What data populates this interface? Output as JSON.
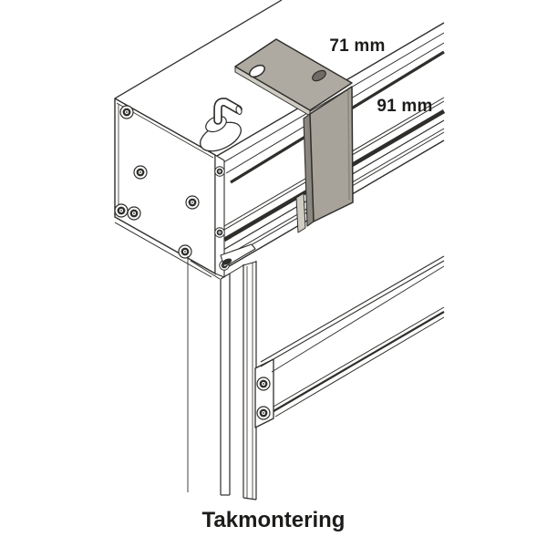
{
  "figure": {
    "caption": "Takmontering",
    "labels": {
      "top_width": "71 mm",
      "side_height": "91 mm"
    }
  },
  "colors": {
    "line": "#2f2e2b",
    "text": "#1d1c1a",
    "background": "#ffffff",
    "bracket_top": "#aeaaa2",
    "bracket_front": "#a7a39a",
    "bracket_side": "#8b877f",
    "bracket_edge": "#cfccc3"
  }
}
